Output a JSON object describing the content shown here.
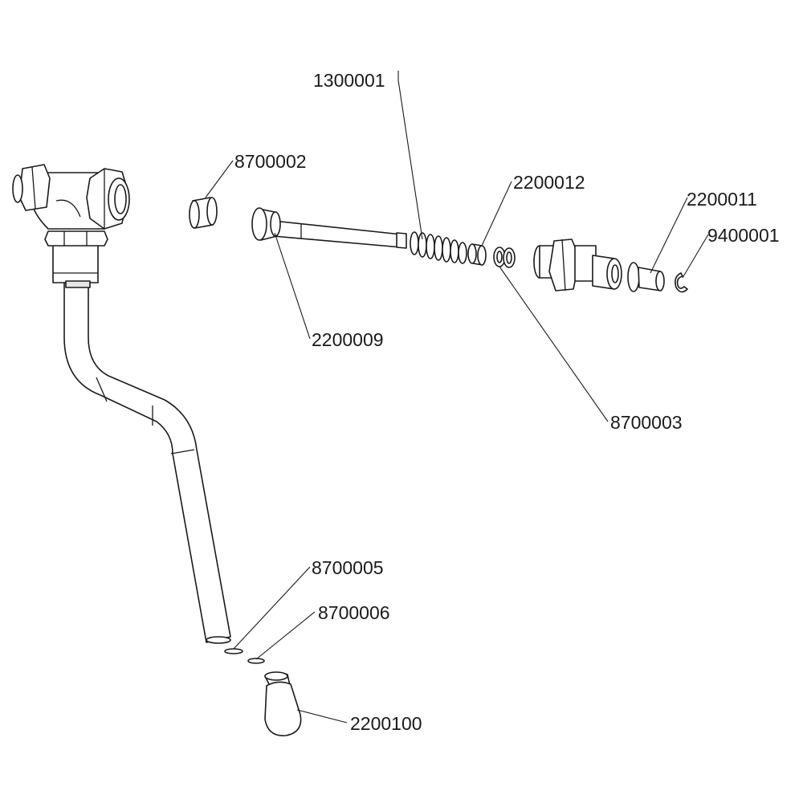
{
  "labels": {
    "p1300001": "1300001",
    "p8700002": "8700002",
    "p2200012": "2200012",
    "p2200011": "2200011",
    "p9400001": "9400001",
    "p2200009": "2200009",
    "p8700003": "8700003",
    "p8700005": "8700005",
    "p8700006": "8700006",
    "p2200100": "2200100"
  }
}
